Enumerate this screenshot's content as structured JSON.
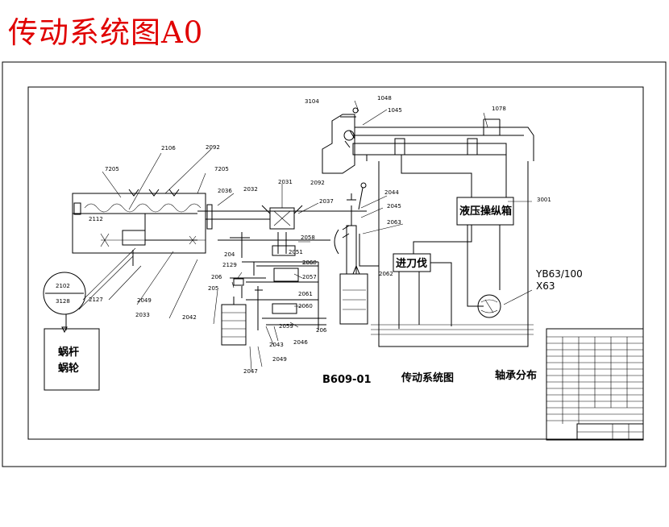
{
  "title": "传动系统图A0",
  "drawing": {
    "drawing_no": "B609-01",
    "drawing_name": "传动系统图",
    "bearing_dist": "轴承分布",
    "hydraulic_box": "液压操纵箱",
    "feed_box": "进刀伐",
    "worm": "蜗杆",
    "worm_wheel": "蜗轮",
    "motor_model": "YB63/100",
    "motor_x": "X63"
  },
  "part_labels": {
    "p3104": "3104",
    "p1048": "1048",
    "p1045": "1045",
    "p1078": "1078",
    "p2106": "2106",
    "p2092": "2092",
    "p7205a": "7205",
    "p7205b": "7205",
    "p2036": "2036",
    "p2032": "2032",
    "p2031": "2031",
    "p2092b": "2092",
    "p2037": "2037",
    "p2044": "2044",
    "p2045": "2045",
    "p2063": "2063",
    "p3001": "3001",
    "p2112": "2112",
    "p2058": "2058",
    "p2051": "2051",
    "p204": "204",
    "p2129": "2129",
    "p2060a": "2060",
    "p2057": "2057",
    "p2062": "2062",
    "p206a": "206",
    "p205": "205",
    "p2061": "2061",
    "p2060b": "2060",
    "p2059": "2059",
    "p206b": "206",
    "p2049a": "2049",
    "p2033": "2033",
    "p2042": "2042",
    "p2127": "2127",
    "p2102": "2102",
    "p3128": "3128",
    "p2043": "2043",
    "p2046": "2046",
    "p2049b": "2049",
    "p2047": "2047"
  }
}
